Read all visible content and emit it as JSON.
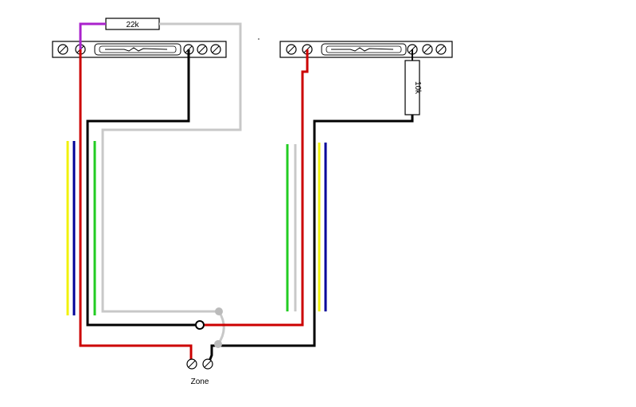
{
  "diagram": {
    "resistor_top": {
      "label": "22k"
    },
    "resistor_right": {
      "label": "10k"
    },
    "zone_label": "Zone"
  },
  "colors": {
    "red": "#cc0000",
    "black": "#000000",
    "grey": "#c8c8c8",
    "purple": "#aa22cc",
    "green": "#22cc22",
    "yellow": "#f2f20a",
    "blue": "#000099",
    "node_grey": "#bbbbbb"
  }
}
